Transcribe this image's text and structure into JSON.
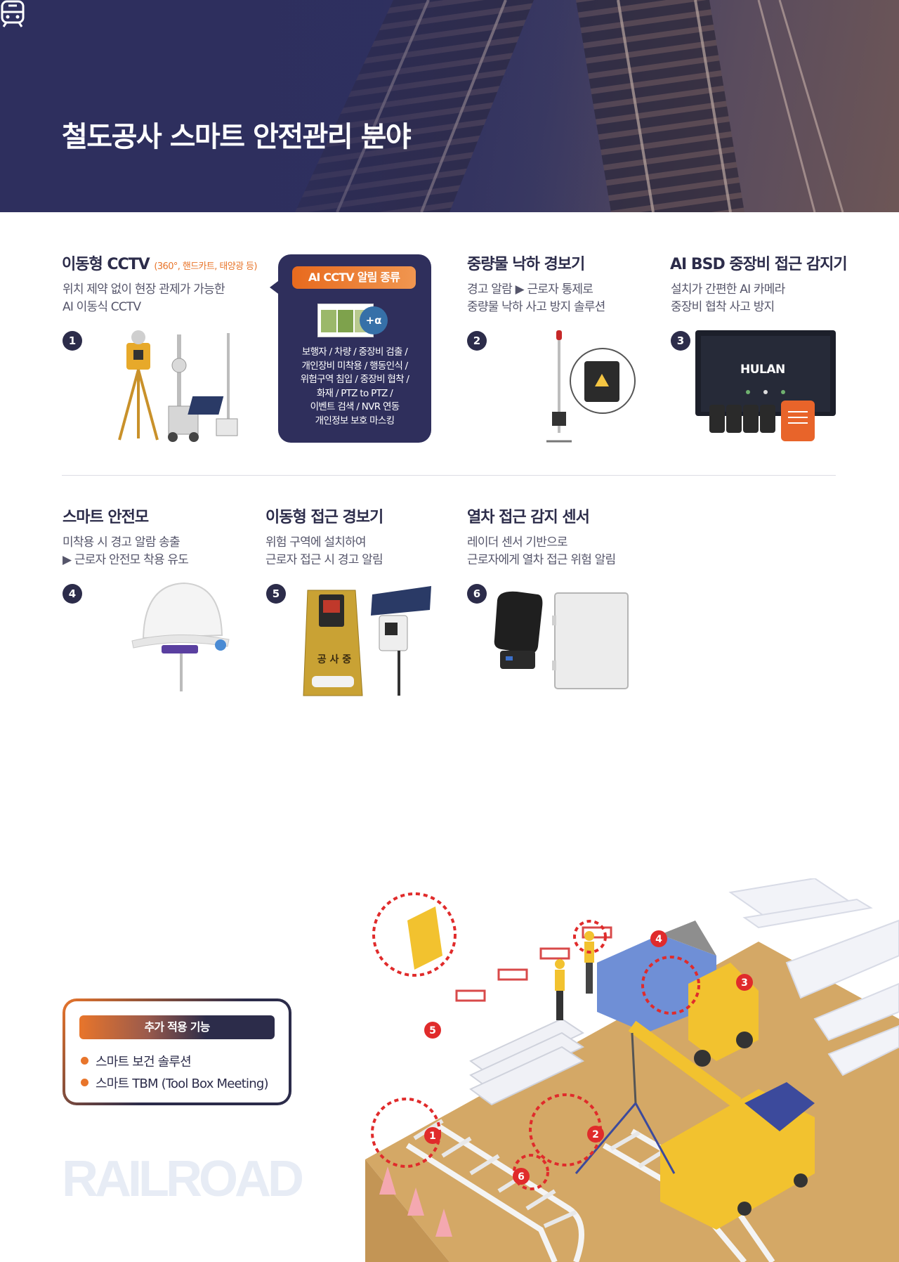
{
  "header": {
    "title": "철도공사 스마트 안전관리 분야",
    "icon": "train-icon"
  },
  "items": [
    {
      "num": "1",
      "title": "이동형 CCTV",
      "title_sub": "(360°, 핸드카트, 태양광 등)",
      "desc": [
        "위치 제약 없이 현장 관제가 가능한",
        "AI 이동식 CCTV"
      ]
    },
    {
      "num": "2",
      "title": "중량물 낙하 경보기",
      "desc": [
        "경고 알람 ▶ 근로자 통제로",
        "중량물 낙하 사고 방지 솔루션"
      ]
    },
    {
      "num": "3",
      "title": "AI BSD 중장비 접근 감지기",
      "desc": [
        "설치가 간편한 AI 카메라",
        "중장비 협착 사고 방지"
      ],
      "brand": "HULAN"
    },
    {
      "num": "4",
      "title": "스마트 안전모",
      "desc": [
        "미착용 시 경고 알람 송출",
        "▶ 근로자 안전모 착용 유도"
      ]
    },
    {
      "num": "5",
      "title": "이동형 접근 경보기",
      "desc": [
        "위험 구역에 설치하여",
        "근로자 접근 시 경고 알림"
      ],
      "sign": "공 사 중"
    },
    {
      "num": "6",
      "title": "열차 접근 감지 센서",
      "desc": [
        "레이더 센서 기반으로",
        "근로자에게 열차 접근 위험 알림"
      ]
    }
  ],
  "ai_cctv": {
    "tag": "AI CCTV 알림 종류",
    "plus": "+α",
    "lines": [
      "보행자 / 차량 / 중장비 검출 /",
      "개인장비 미착용 / 행동인식 /",
      "위험구역 침입 / 중장비 협착 /",
      "화재 / PTZ to PTZ /",
      "이벤트 검색 / NVR 연동",
      "개인정보 보호 마스킹"
    ]
  },
  "extra": {
    "tag": "추가 적용 기능",
    "items": [
      "스마트 보건 솔루션",
      "스마트 TBM (Tool Box Meeting)"
    ]
  },
  "watermark": "RAILROAD",
  "illustration_markers": [
    "1",
    "2",
    "3",
    "4",
    "5",
    "6"
  ],
  "colors": {
    "navy": "#2c2c4a",
    "orange": "#e8752b",
    "marker_red": "#e02b2b",
    "ground": "#d4a866"
  }
}
